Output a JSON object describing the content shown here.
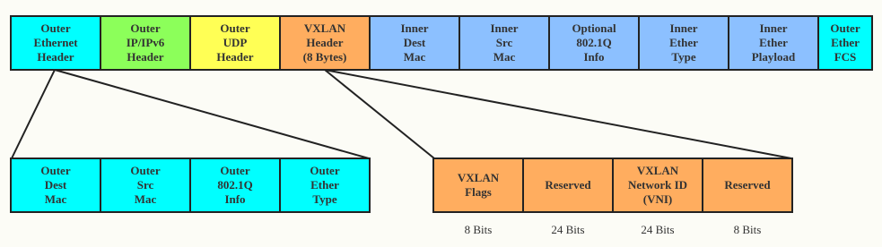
{
  "colors": {
    "cyan": "#00ffff",
    "green": "#8cff5a",
    "yellow": "#ffff55",
    "orange": "#ffad5f",
    "blue": "#8cc0ff",
    "stroke": "#222222"
  },
  "top_row": [
    {
      "label": "Outer\nEthernet\nHeader",
      "color": "cyan"
    },
    {
      "label": "Outer\nIP/IPv6\nHeader",
      "color": "green"
    },
    {
      "label": "Outer\nUDP\nHeader",
      "color": "yellow"
    },
    {
      "label": "VXLAN\nHeader\n(8 Bytes)",
      "color": "orange"
    },
    {
      "label": "Inner\nDest\nMac",
      "color": "blue"
    },
    {
      "label": "Inner\nSrc\nMac",
      "color": "blue"
    },
    {
      "label": "Optional\n802.1Q\nInfo",
      "color": "blue"
    },
    {
      "label": "Inner\nEther\nType",
      "color": "blue"
    },
    {
      "label": "Inner\nEther\nPlayload",
      "color": "blue"
    },
    {
      "label": "Outer\nEther\nFCS",
      "color": "cyan"
    }
  ],
  "outer_ethernet_detail": [
    {
      "label": "Outer\nDest\nMac",
      "color": "cyan"
    },
    {
      "label": "Outer\nSrc\nMac",
      "color": "cyan"
    },
    {
      "label": "Outer\n802.1Q\nInfo",
      "color": "cyan"
    },
    {
      "label": "Outer\nEther\nType",
      "color": "cyan"
    }
  ],
  "vxlan_detail": [
    {
      "label": "VXLAN\nFlags",
      "bits": "8 Bits",
      "color": "orange"
    },
    {
      "label": "Reserved",
      "bits": "24 Bits",
      "color": "orange"
    },
    {
      "label": "VXLAN\nNetwork ID\n(VNI)",
      "bits": "24 Bits",
      "color": "orange"
    },
    {
      "label": "Reserved",
      "bits": "8 Bits",
      "color": "orange"
    }
  ]
}
